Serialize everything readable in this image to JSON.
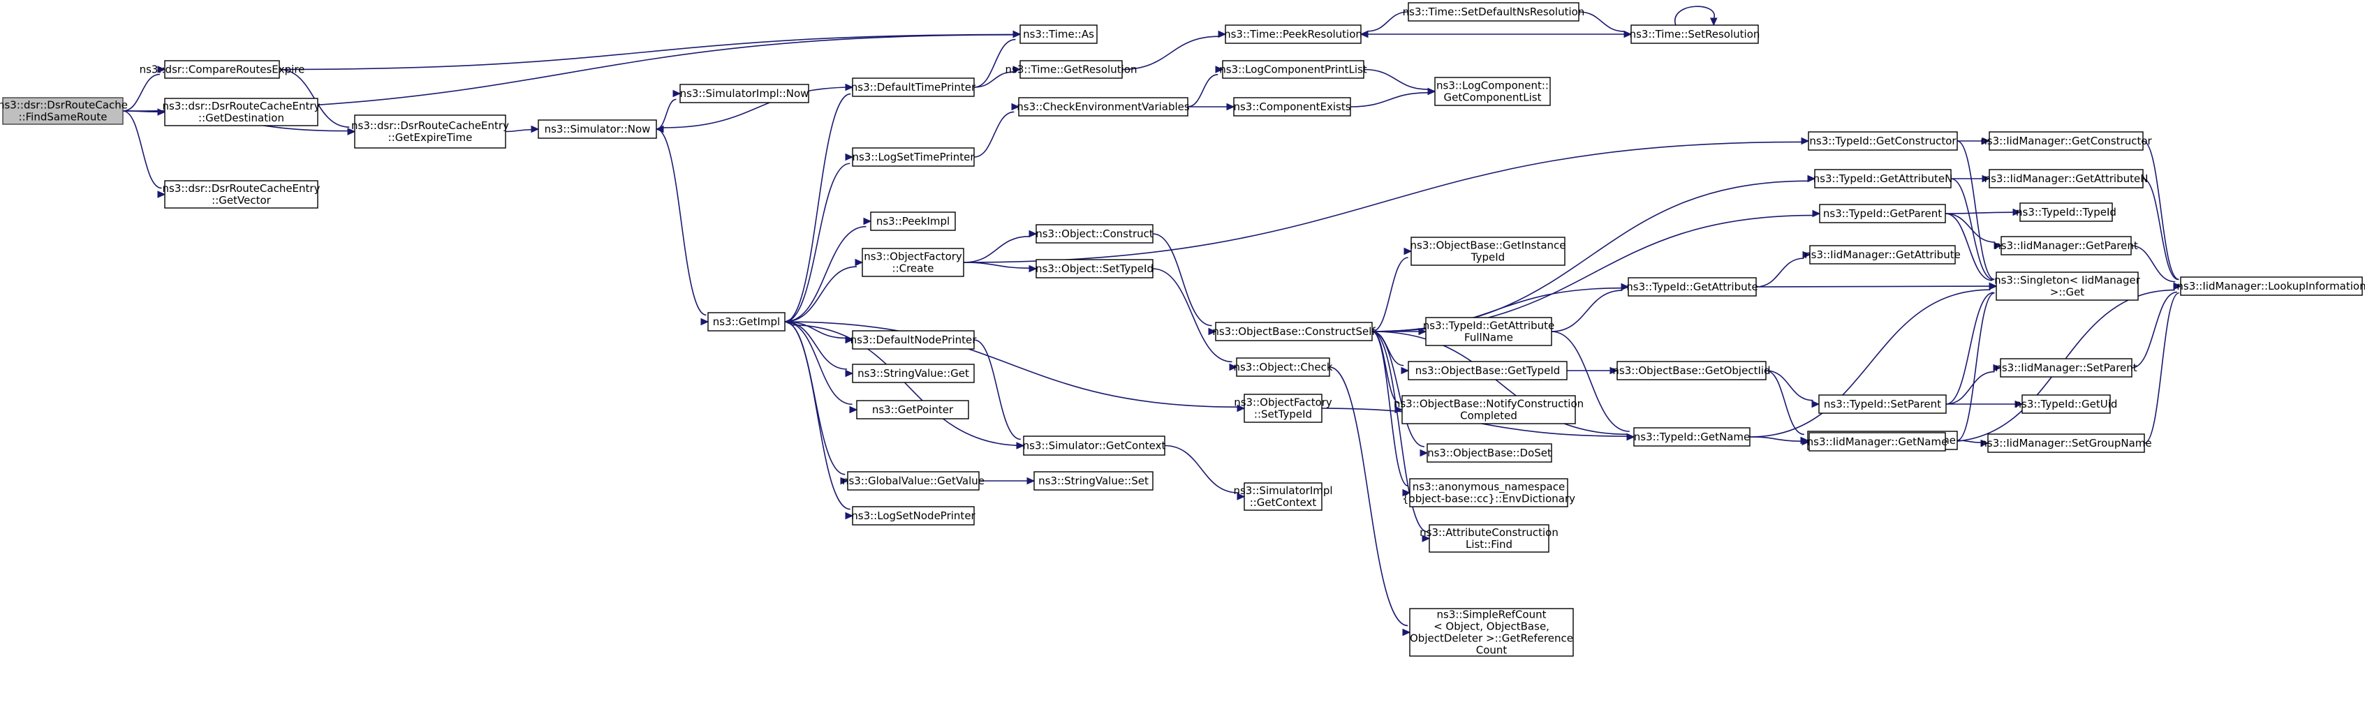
{
  "nodes": {
    "root": [
      "ns3::dsr::DsrRouteCache",
      "::FindSameRoute"
    ],
    "compareExpire": [
      "ns3::dsr::CompareRoutesExpire"
    ],
    "getDestination": [
      "ns3::dsr::DsrRouteCacheEntry",
      "::GetDestination"
    ],
    "getExpireTime": [
      "ns3::dsr::DsrRouteCacheEntry",
      "::GetExpireTime"
    ],
    "getVector": [
      "ns3::dsr::DsrRouteCacheEntry",
      "::GetVector"
    ],
    "simNow": [
      "ns3::Simulator::Now"
    ],
    "simImplNow": [
      "ns3::SimulatorImpl::Now"
    ],
    "getImpl": [
      "ns3::GetImpl"
    ],
    "defaultTimePrinter": [
      "ns3::DefaultTimePrinter"
    ],
    "timeAs": [
      "ns3::Time::As"
    ],
    "timeGetResolution": [
      "ns3::Time::GetResolution"
    ],
    "timePeekResolution": [
      "ns3::Time::PeekResolution"
    ],
    "timeSetDefaultNs": [
      "ns3::Time::SetDefaultNsResolution"
    ],
    "timeSetResolution": [
      "ns3::Time::SetResolution"
    ],
    "checkEnv": [
      "ns3::CheckEnvironmentVariables"
    ],
    "logCompPrintList": [
      "ns3::LogComponentPrintList"
    ],
    "componentExists": [
      "ns3::ComponentExists"
    ],
    "logCompGetList": [
      "ns3::LogComponent::",
      "GetComponentList"
    ],
    "logSetTimePrinter": [
      "ns3::LogSetTimePrinter"
    ],
    "peekImpl": [
      "ns3::PeekImpl"
    ],
    "objFactoryCreate": [
      "ns3::ObjectFactory",
      "::Create"
    ],
    "objConstruct": [
      "ns3::Object::Construct"
    ],
    "objSetTypeId": [
      "ns3::Object::SetTypeId"
    ],
    "defaultNodePrinter": [
      "ns3::DefaultNodePrinter"
    ],
    "stringValueGet": [
      "ns3::StringValue::Get"
    ],
    "getPointer": [
      "ns3::GetPointer"
    ],
    "simGetContext": [
      "ns3::Simulator::GetContext"
    ],
    "globalValueGetValue": [
      "ns3::GlobalValue::GetValue"
    ],
    "stringValueSet": [
      "ns3::StringValue::Set"
    ],
    "logSetNodePrinter": [
      "ns3::LogSetNodePrinter"
    ],
    "objCheck": [
      "ns3::Object::Check"
    ],
    "objFactorySetTypeId": [
      "ns3::ObjectFactory",
      "::SetTypeId"
    ],
    "simImplGetContext": [
      "ns3::SimulatorImpl",
      "::GetContext"
    ],
    "constructSelf": [
      "ns3::ObjectBase::ConstructSelf"
    ],
    "getInstanceTypeId": [
      "ns3::ObjectBase::GetInstance",
      "TypeId"
    ],
    "typeIdGetAttrFullName": [
      "ns3::TypeId::GetAttribute",
      "FullName"
    ],
    "objBaseGetTypeId": [
      "ns3::ObjectBase::GetTypeId"
    ],
    "notifyConstruction": [
      "ns3::ObjectBase::NotifyConstruction",
      "Completed"
    ],
    "doSet": [
      "ns3::ObjectBase::DoSet"
    ],
    "envDictionary": [
      "ns3::anonymous_namespace",
      "{object-base::cc}::EnvDictionary"
    ],
    "attrConstructionFind": [
      "ns3::AttributeConstruction",
      "List::Find"
    ],
    "simpleRefCount": [
      "ns3::SimpleRefCount",
      "< Object, ObjectBase,",
      "ObjectDeleter >::GetReference",
      "Count"
    ],
    "typeIdGetConstructor": [
      "ns3::TypeId::GetConstructor"
    ],
    "typeIdGetAttributeN": [
      "ns3::TypeId::GetAttributeN"
    ],
    "typeIdGetParent": [
      "ns3::TypeId::GetParent"
    ],
    "typeIdGetAttribute": [
      "ns3::TypeId::GetAttribute"
    ],
    "getObjectIid": [
      "ns3::ObjectBase::GetObjectIid"
    ],
    "typeIdGetName": [
      "ns3::TypeId::GetName"
    ],
    "typeIdSetParent": [
      "ns3::TypeId::SetParent"
    ],
    "typeIdSetGroupName": [
      "ns3::TypeId::SetGroupName"
    ],
    "iidGetConstructor": [
      "ns3::IidManager::GetConstructor"
    ],
    "iidGetAttributeN": [
      "ns3::IidManager::GetAttributeN"
    ],
    "typeIdTypeId": [
      "ns3::TypeId::TypeId"
    ],
    "iidGetParent": [
      "ns3::IidManager::GetParent"
    ],
    "iidGetAttribute": [
      "ns3::IidManager::GetAttribute"
    ],
    "singletonGet": [
      "ns3::Singleton< IidManager",
      ">::Get"
    ],
    "iidSetParent": [
      "ns3::IidManager::SetParent"
    ],
    "typeIdGetUid": [
      "ns3::TypeId::GetUid"
    ],
    "iidSetGroupName": [
      "ns3::IidManager::SetGroupName"
    ],
    "iidGetName": [
      "ns3::IidManager::GetName"
    ],
    "iidLookupInformation": [
      "ns3::IidManager::LookupInformation"
    ]
  },
  "edges": [
    [
      "root",
      "compareExpire"
    ],
    [
      "root",
      "getDestination"
    ],
    [
      "root",
      "getExpireTime"
    ],
    [
      "root",
      "getVector"
    ],
    [
      "root",
      "timeAs"
    ],
    [
      "compareExpire",
      "getExpireTime"
    ],
    [
      "compareExpire",
      "timeAs"
    ],
    [
      "getExpireTime",
      "simNow"
    ],
    [
      "simNow",
      "simImplNow"
    ],
    [
      "simNow",
      "getImpl"
    ],
    [
      "getImpl",
      "defaultTimePrinter"
    ],
    [
      "getImpl",
      "logSetTimePrinter"
    ],
    [
      "getImpl",
      "peekImpl"
    ],
    [
      "getImpl",
      "objFactoryCreate"
    ],
    [
      "getImpl",
      "defaultNodePrinter"
    ],
    [
      "getImpl",
      "stringValueGet"
    ],
    [
      "getImpl",
      "getPointer"
    ],
    [
      "getImpl",
      "globalValueGetValue"
    ],
    [
      "getImpl",
      "logSetNodePrinter"
    ],
    [
      "getImpl",
      "objFactorySetTypeId"
    ],
    [
      "defaultTimePrinter",
      "simNow"
    ],
    [
      "defaultTimePrinter",
      "timeAs"
    ],
    [
      "defaultTimePrinter",
      "timeGetResolution"
    ],
    [
      "timeGetResolution",
      "timePeekResolution"
    ],
    [
      "timeSetDefaultNs",
      "timePeekResolution"
    ],
    [
      "timeSetDefaultNs",
      "timeSetResolution"
    ],
    [
      "timeSetResolution",
      "timePeekResolution"
    ],
    [
      "timeSetResolution",
      "timeSetResolution"
    ],
    [
      "logSetTimePrinter",
      "checkEnv"
    ],
    [
      "checkEnv",
      "logCompPrintList"
    ],
    [
      "checkEnv",
      "componentExists"
    ],
    [
      "logCompPrintList",
      "logCompGetList"
    ],
    [
      "componentExists",
      "logCompGetList"
    ],
    [
      "objFactoryCreate",
      "objConstruct"
    ],
    [
      "objFactoryCreate",
      "objSetTypeId"
    ],
    [
      "objFactoryCreate",
      "typeIdGetConstructor"
    ],
    [
      "objConstruct",
      "constructSelf"
    ],
    [
      "objSetTypeId",
      "objCheck"
    ],
    [
      "defaultNodePrinter",
      "simGetContext"
    ],
    [
      "simGetContext",
      "getImpl"
    ],
    [
      "simGetContext",
      "simImplGetContext"
    ],
    [
      "globalValueGetValue",
      "stringValueSet"
    ],
    [
      "objCheck",
      "simpleRefCount"
    ],
    [
      "objFactorySetTypeId",
      "typeIdGetName"
    ],
    [
      "constructSelf",
      "getInstanceTypeId"
    ],
    [
      "constructSelf",
      "typeIdGetAttrFullName"
    ],
    [
      "constructSelf",
      "objBaseGetTypeId"
    ],
    [
      "constructSelf",
      "notifyConstruction"
    ],
    [
      "constructSelf",
      "doSet"
    ],
    [
      "constructSelf",
      "envDictionary"
    ],
    [
      "constructSelf",
      "attrConstructionFind"
    ],
    [
      "constructSelf",
      "typeIdGetName"
    ],
    [
      "constructSelf",
      "typeIdGetAttributeN"
    ],
    [
      "constructSelf",
      "typeIdGetParent"
    ],
    [
      "constructSelf",
      "typeIdGetAttribute"
    ],
    [
      "typeIdGetAttrFullName",
      "typeIdGetAttribute"
    ],
    [
      "typeIdGetAttrFullName",
      "typeIdGetName"
    ],
    [
      "objBaseGetTypeId",
      "getObjectIid"
    ],
    [
      "getObjectIid",
      "typeIdSetParent"
    ],
    [
      "getObjectIid",
      "typeIdSetGroupName"
    ],
    [
      "typeIdGetConstructor",
      "iidGetConstructor"
    ],
    [
      "typeIdGetConstructor",
      "singletonGet"
    ],
    [
      "typeIdGetAttributeN",
      "iidGetAttributeN"
    ],
    [
      "typeIdGetAttributeN",
      "singletonGet"
    ],
    [
      "typeIdGetParent",
      "typeIdTypeId"
    ],
    [
      "typeIdGetParent",
      "iidGetParent"
    ],
    [
      "typeIdGetParent",
      "singletonGet"
    ],
    [
      "typeIdGetAttribute",
      "iidGetAttribute"
    ],
    [
      "typeIdGetAttribute",
      "singletonGet"
    ],
    [
      "typeIdGetName",
      "singletonGet"
    ],
    [
      "typeIdGetName",
      "iidGetName"
    ],
    [
      "typeIdSetParent",
      "singletonGet"
    ],
    [
      "typeIdSetParent",
      "iidSetParent"
    ],
    [
      "typeIdSetParent",
      "typeIdGetUid"
    ],
    [
      "typeIdSetGroupName",
      "singletonGet"
    ],
    [
      "typeIdSetGroupName",
      "iidSetGroupName"
    ],
    [
      "iidGetConstructor",
      "iidLookupInformation"
    ],
    [
      "iidGetAttributeN",
      "iidLookupInformation"
    ],
    [
      "iidGetParent",
      "iidLookupInformation"
    ],
    [
      "iidSetParent",
      "iidLookupInformation"
    ],
    [
      "iidSetGroupName",
      "iidLookupInformation"
    ],
    [
      "iidGetName",
      "iidLookupInformation"
    ]
  ]
}
